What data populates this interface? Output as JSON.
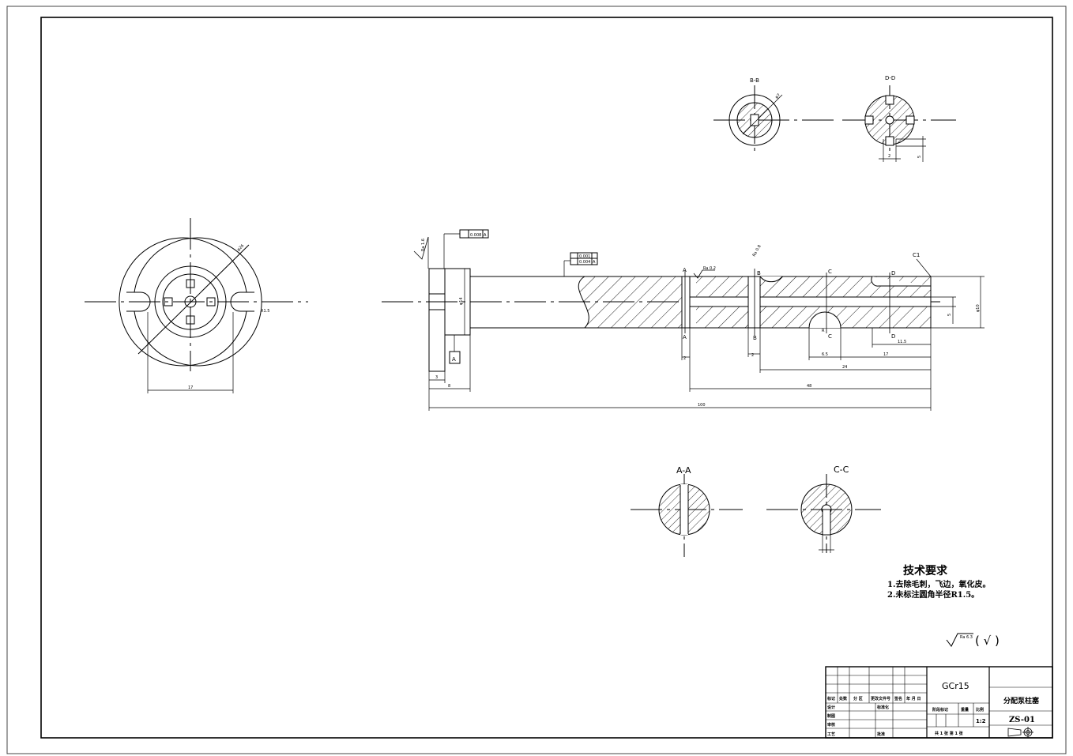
{
  "views": {
    "bb_label": "B-B",
    "dd_label": "D-D",
    "aa_label": "A-A",
    "cc_label": "C-C",
    "bb_dim": "φ7",
    "dd_dim_a": "2",
    "dd_dim_b": "5"
  },
  "end_view": {
    "dim_diameter": "φ26",
    "dim_radius": "R1.5",
    "dim_width": "17"
  },
  "main_view": {
    "section_a": "A",
    "section_b": "B",
    "section_c": "C",
    "section_d": "D",
    "chamfer": "C1",
    "datum": "A",
    "fcf1_value": "0.008",
    "fcf1_datum": "A",
    "fcf2_value1": "0.001",
    "fcf2_value2": "0.004",
    "fcf2_datum": "A",
    "roughness_left": "Ra 1.6",
    "roughness_mid": "Ra 0.2",
    "roughness_b": "Ra 0.8",
    "dim_flange_dia": "φ14",
    "dim_3": "3",
    "dim_8": "8",
    "dim_100": "100",
    "dim_48": "48",
    "dim_24": "24",
    "dim_17": "17",
    "dim_65": "6.5",
    "dim_115": "11.5",
    "dim_shaft_dia": "φ10",
    "dim_inner": "5",
    "dim_a_small": "2",
    "dim_b_small": "2",
    "dim_r": "R"
  },
  "tech": {
    "title": "技术要求",
    "line1": "1.去除毛刺，飞边，氧化皮。",
    "line2": "2.未标注圆角半径R1.5。",
    "roughness_other": "Ra 6.3",
    "roughness_paren": "( √ )"
  },
  "title_block": {
    "material": "GCr15",
    "part_name": "分配泵柱塞",
    "drawing_no": "ZS-01",
    "scale_label": "比例",
    "scale_value": "1:2",
    "weight_label": "重量",
    "stage_label": "阶段标记",
    "sheet_info": "共 1 张  第 1 张",
    "col_mark": "标记",
    "col_count": "处数",
    "col_zone": "分 区",
    "col_doc": "更改文件号",
    "col_sign": "签名",
    "col_date": "年 月 日",
    "row_design": "设计",
    "row_draw": "制图",
    "row_check": "审核",
    "row_process": "工艺",
    "row_std": "标准化",
    "row_approve": "批准"
  }
}
